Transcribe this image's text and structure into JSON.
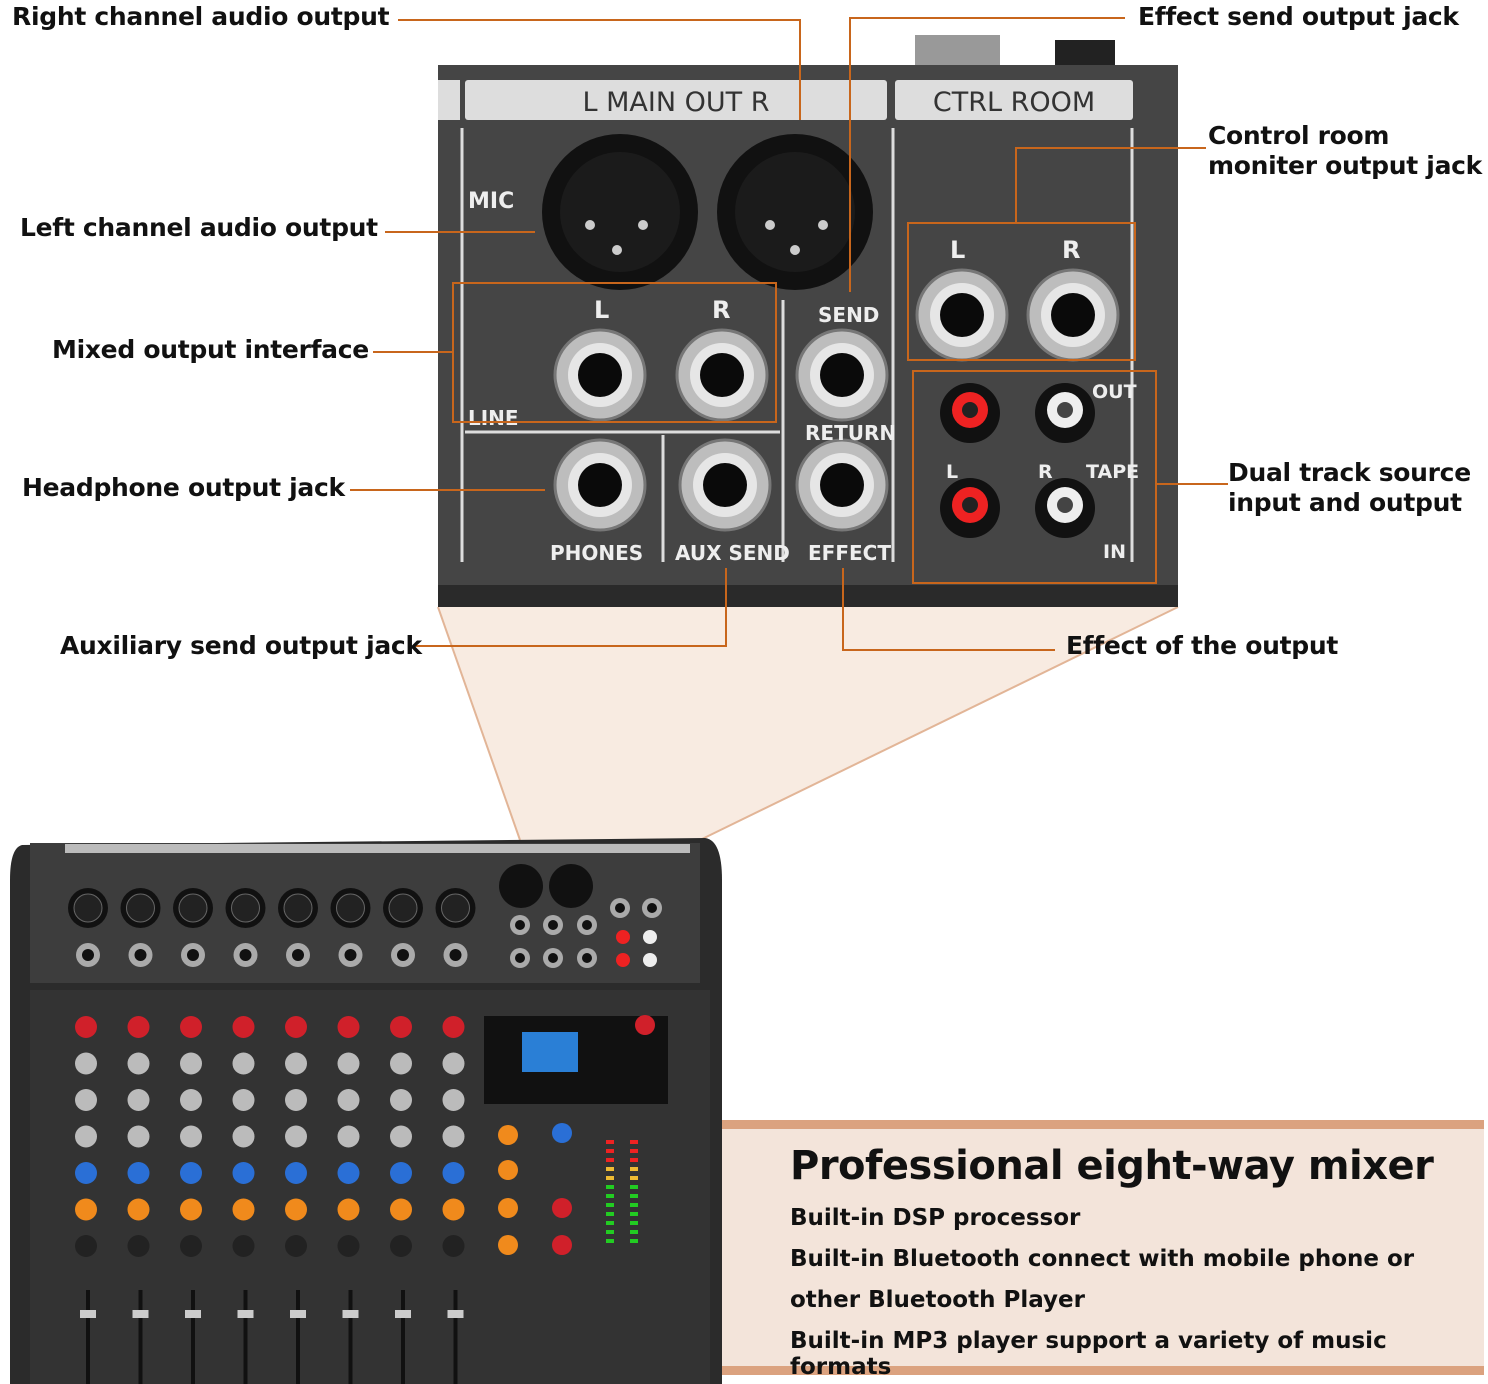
{
  "callouts": {
    "right_channel": "Right channel audio output",
    "effect_send": "Effect send output jack",
    "control_room_line1": "Control room",
    "control_room_line2": "moniter output jack",
    "left_channel": "Left channel audio output",
    "mixed_output": "Mixed output interface",
    "headphone": "Headphone output jack",
    "dual_track_line1": "Dual track source",
    "dual_track_line2": "input and output",
    "aux_send": "Auxiliary send output jack",
    "effect_output": "Effect of the output"
  },
  "panel": {
    "main_out": "L  MAIN OUT  R",
    "ctrl_room": "CTRL ROOM",
    "mic": "MIC",
    "line": "LINE",
    "l": "L",
    "r": "R",
    "send": "SEND",
    "return": "RETURN",
    "phones": "PHONES",
    "aux_send": "AUX SEND",
    "effect": "EFFECT",
    "out": "OUT",
    "tape": "TAPE",
    "in": "IN"
  },
  "info": {
    "title": "Professional eight-way mixer",
    "features": [
      "Built-in DSP processor",
      "Built-in Bluetooth connect with mobile phone or",
      "other Bluetooth Player",
      "Built-in MP3 player support a variety of music formats"
    ]
  },
  "colors": {
    "callout": "#c8661c",
    "panel": "#454545",
    "info_bg": "#f3e4da",
    "info_band": "#dba27f"
  }
}
